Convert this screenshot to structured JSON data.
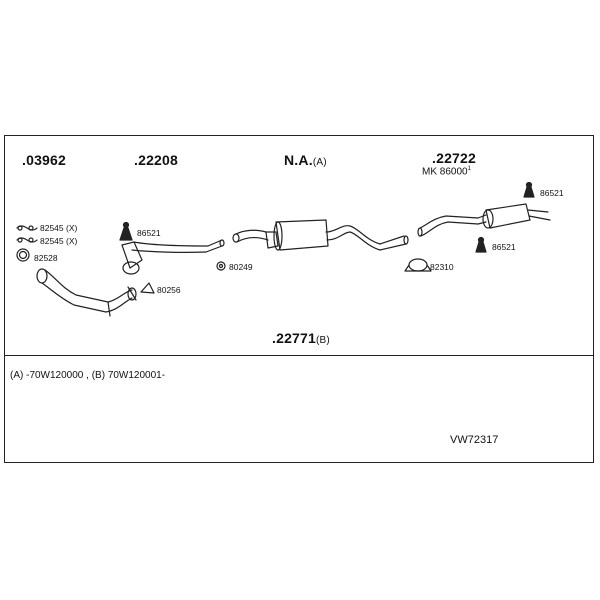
{
  "parts": {
    "p03962": ".03962",
    "p22208": ".22208",
    "na": "N.A.",
    "na_suffix": "(A)",
    "p22722": ".22722",
    "mk": "MK 86000",
    "mk_sup": "1",
    "p22771": ".22771",
    "p22771_suffix": "(B)"
  },
  "small_labels": {
    "c82545a": "82545 (X)",
    "c82545b": "82545 (X)",
    "c82528": "82528",
    "c86521a": "86521",
    "c80249": "80249",
    "c80256": "80256",
    "c82310": "82310",
    "c86521b": "86521",
    "c86521c": "86521"
  },
  "footnote": "(A) -70W120000 , (B) 70W120001-",
  "drawing_code": "VW72317"
}
